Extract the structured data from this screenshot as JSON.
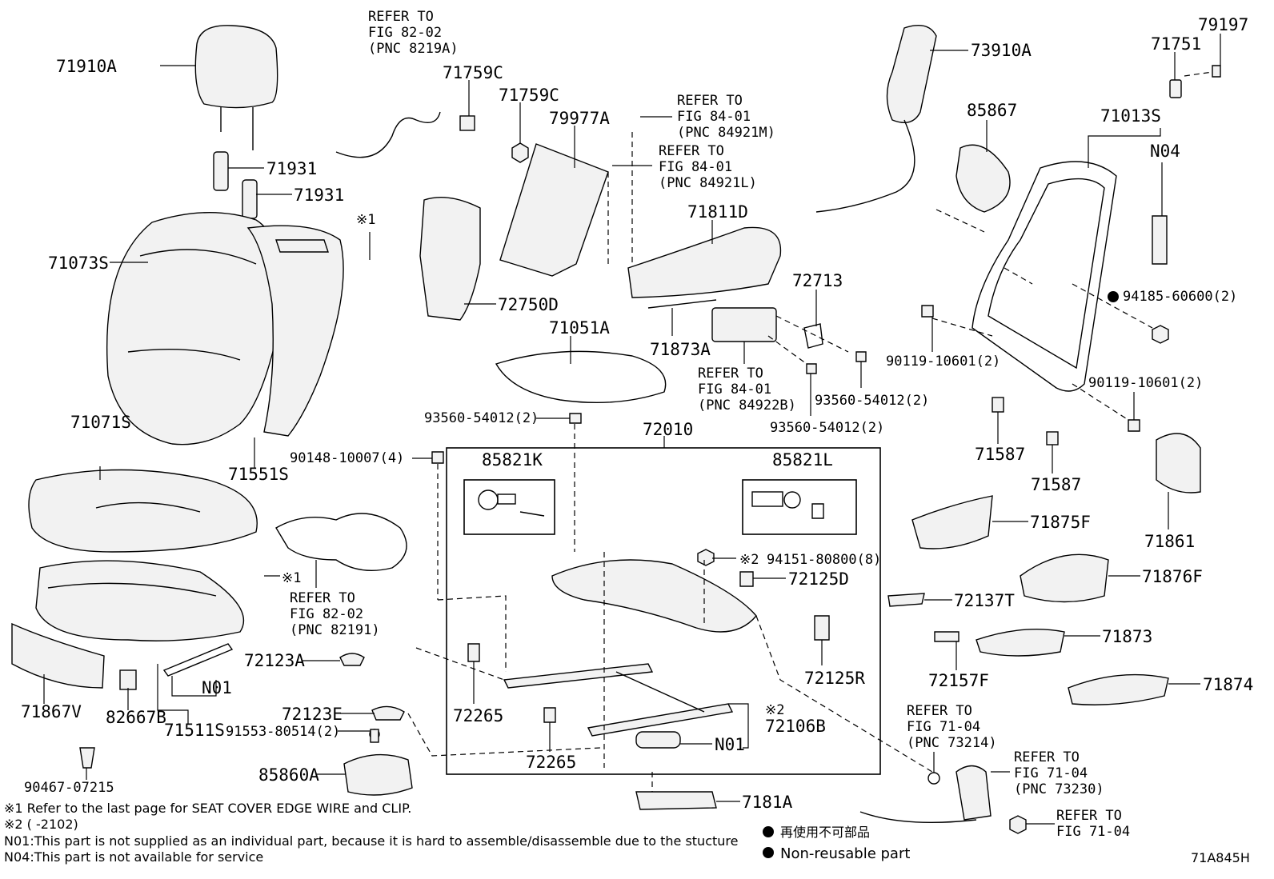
{
  "labels": {
    "l71910A": "71910A",
    "l71931a": "71931",
    "l71931b": "71931",
    "l71073S": "71073S",
    "l71071S": "71071S",
    "l71551S": "71551S",
    "l71867V": "71867V",
    "l82667B": "82667B",
    "l71511S": "71511S",
    "lN01a": "N01",
    "l90148": "90148-10007(4)",
    "l72123A": "72123A",
    "l72123E": "72123E",
    "l91553": "91553-80514(2)",
    "l85860A": "85860A",
    "l90467": "90467-07215",
    "l71759Ca": "71759C",
    "l71759Cb": "71759C",
    "l79977A": "79977A",
    "l72750D": "72750D",
    "l71051A": "71051A",
    "l93560a": "93560-54012(2)",
    "l72010": "72010",
    "l85821K": "85821K",
    "l85821L": "85821L",
    "l72265a": "72265",
    "l72265b": "72265",
    "l94151": "94151-80800(8)",
    "l72125D": "72125D",
    "l72125R": "72125R",
    "l72106B": "72106B",
    "lN01b": "N01",
    "l7181A": "7181A",
    "l71811D": "71811D",
    "l71873A": "71873A",
    "l72713": "72713",
    "l93560b": "93560-54012(2)",
    "l93560c": "93560-54012(2)",
    "l73910A": "73910A",
    "l85867": "85867",
    "l71751": "71751",
    "l79197": "79197",
    "l71013S": "71013S",
    "lN04": "N04",
    "l94185": "94185-60600(2)",
    "l90119a": "90119-10601(2)",
    "l90119b": "90119-10601(2)",
    "l71587a": "71587",
    "l71587b": "71587",
    "l71861": "71861",
    "l71875F": "71875F",
    "l71876F": "71876F",
    "l72137T": "72137T",
    "l71873": "71873",
    "l72157F": "72157F",
    "l71874": "71874"
  },
  "marks": {
    "k1a": "※1",
    "k1b": "※1",
    "k2a": "※2",
    "k2b": "※2"
  },
  "refs": {
    "r1": [
      "REFER TO",
      "FIG 82-02",
      "(PNC 8219A)"
    ],
    "r2": [
      "REFER TO",
      "FIG 84-01",
      "(PNC 84921M)"
    ],
    "r3": [
      "REFER TO",
      "FIG 84-01",
      "(PNC 84921L)"
    ],
    "r4": [
      "REFER TO",
      "FIG 84-01",
      "(PNC 84922B)"
    ],
    "r5": [
      "REFER TO",
      "FIG 82-02",
      "(PNC 82191)"
    ],
    "r6": [
      "REFER TO",
      "FIG 71-04",
      "(PNC 73214)"
    ],
    "r7": [
      "REFER TO",
      "FIG 71-04",
      "(PNC 73230)"
    ],
    "r8": [
      "REFER TO",
      "FIG 71-04"
    ]
  },
  "footnotes": {
    "f1": "※1 Refer to the last page for SEAT COVER EDGE WIRE and CLIP.",
    "f2": "※2 (      -2102)",
    "f3": "N01:This part is not supplied as an individual part, because it is hard to assemble/disassemble due to the stucture",
    "f4": "N04:This part is not available for service"
  },
  "legend": {
    "jp": "再使用不可部品",
    "en": "Non-reusable part"
  },
  "figure_id": "71A845H"
}
